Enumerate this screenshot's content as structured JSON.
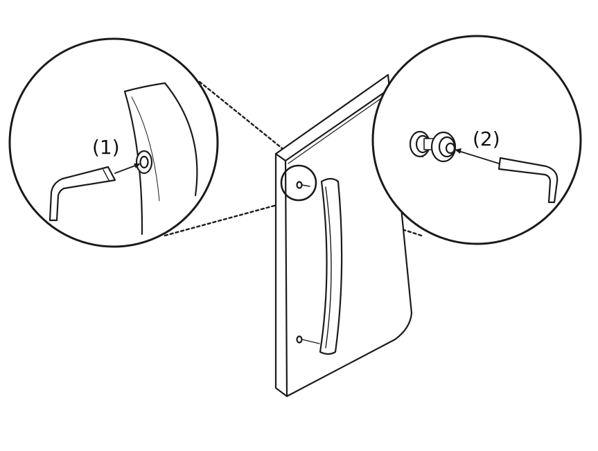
{
  "callouts": [
    {
      "id": "step-1",
      "label": "(1)"
    },
    {
      "id": "step-2",
      "label": "(2)"
    }
  ],
  "colors": {
    "stroke": "#1a1a1a",
    "background": "#ffffff",
    "fill": "#ffffff"
  }
}
